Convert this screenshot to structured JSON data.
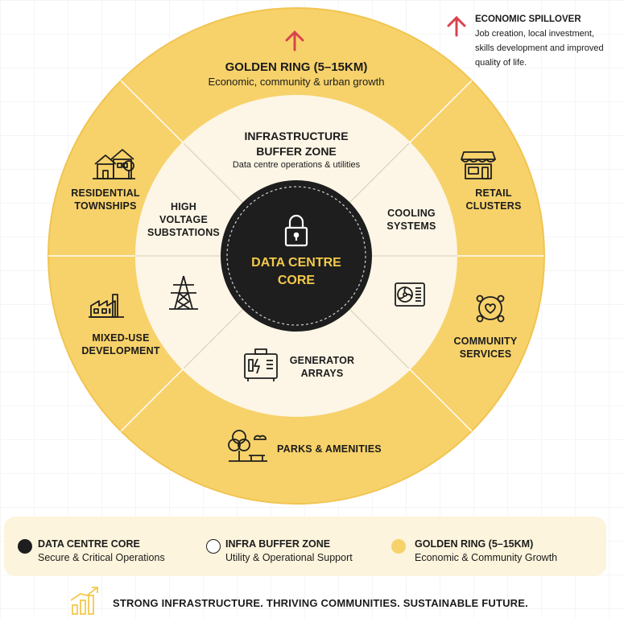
{
  "spillover": {
    "title": "ECONOMIC SPILLOVER",
    "lines": [
      "Job creation, local investment,",
      "skills development and improved",
      "quality of life."
    ],
    "arrow_color": "#d9424f"
  },
  "golden_ring": {
    "title": "GOLDEN RING (5–15KM)",
    "subtitle": "Economic, community & urban growth",
    "color": "#f7d26a",
    "items": [
      {
        "id": "residential",
        "lines": [
          "RESIDENTIAL",
          "TOWNSHIPS"
        ],
        "icon": "houses-icon"
      },
      {
        "id": "retail",
        "lines": [
          "RETAIL",
          "CLUSTERS"
        ],
        "icon": "shop-icon"
      },
      {
        "id": "community",
        "lines": [
          "COMMUNITY",
          "SERVICES"
        ],
        "icon": "community-icon"
      },
      {
        "id": "parks",
        "lines": [
          "PARKS & AMENITIES"
        ],
        "icon": "park-icon"
      },
      {
        "id": "mixeduse",
        "lines": [
          "MIXED-USE",
          "DEVELOPMENT"
        ],
        "icon": "factory-icon"
      }
    ]
  },
  "buffer_zone": {
    "title_lines": [
      "INFRASTRUCTURE",
      "BUFFER ZONE"
    ],
    "subtitle": "Data centre operations & utilities",
    "color": "#fdf6e6",
    "items": [
      {
        "id": "substations",
        "lines": [
          "HIGH",
          "VOLTAGE",
          "SUBSTATIONS"
        ],
        "icon": "pylon-icon"
      },
      {
        "id": "cooling",
        "lines": [
          "COOLING",
          "SYSTEMS"
        ],
        "icon": "fan-unit-icon"
      },
      {
        "id": "generator",
        "lines": [
          "GENERATOR",
          "ARRAYS"
        ],
        "icon": "generator-icon"
      }
    ]
  },
  "core": {
    "lines": [
      "DATA CENTRE",
      "CORE"
    ],
    "color": "#1e1e1e",
    "text_color": "#f3c94c",
    "icon": "lock-icon"
  },
  "legend": [
    {
      "title": "DATA CENTRE CORE",
      "sub": "Secure & Critical Operations",
      "color": "#1e1e1e"
    },
    {
      "title": "INFRA BUFFER ZONE",
      "sub": "Utility & Operational Support",
      "color": "#ffffff"
    },
    {
      "title": "GOLDEN RING (5–15KM)",
      "sub": "Economic & Community Growth",
      "color": "#f7d26a"
    }
  ],
  "footer": {
    "tagline": "STRONG INFRASTRUCTURE. THRIVING COMMUNITIES. SUSTAINABLE FUTURE.",
    "icon": "growth-chart-icon"
  }
}
